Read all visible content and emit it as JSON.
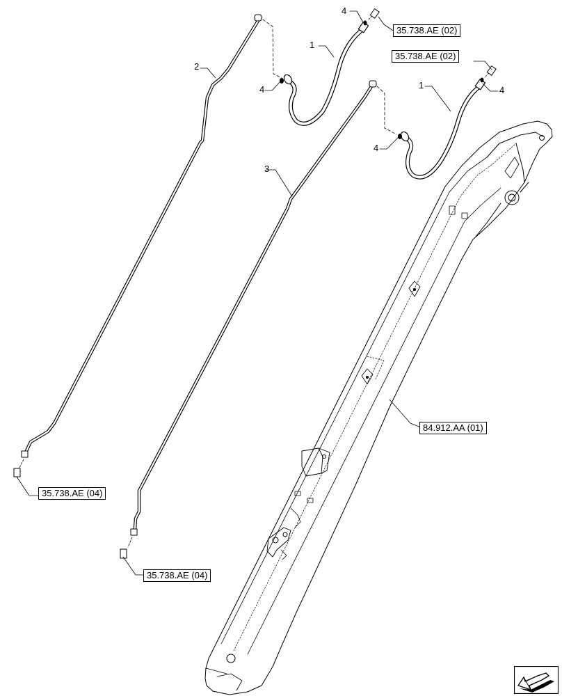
{
  "diagram": {
    "references": [
      {
        "id": "ref-top-1",
        "label": "35.738.AE (02)"
      },
      {
        "id": "ref-top-2",
        "label": "35.738.AE (02)"
      },
      {
        "id": "ref-bottom-1",
        "label": "35.738.AE (04)"
      },
      {
        "id": "ref-bottom-2",
        "label": "35.738.AE (04)"
      },
      {
        "id": "ref-boom",
        "label": "84.912.AA (01)"
      }
    ],
    "callouts": [
      {
        "id": "callout-4-a",
        "label": "4"
      },
      {
        "id": "callout-1-a",
        "label": "1"
      },
      {
        "id": "callout-2",
        "label": "2"
      },
      {
        "id": "callout-4-b",
        "label": "4"
      },
      {
        "id": "callout-1-b",
        "label": "1"
      },
      {
        "id": "callout-4-c",
        "label": "4"
      },
      {
        "id": "callout-3",
        "label": "3"
      },
      {
        "id": "callout-4-d",
        "label": "4"
      }
    ],
    "nav_icon": "next-page-arrow-icon"
  }
}
